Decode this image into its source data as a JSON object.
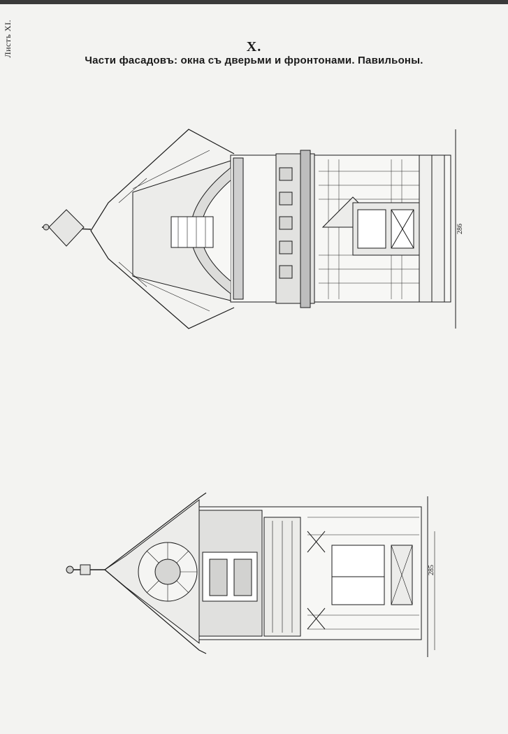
{
  "sheet_label": "Листъ XI.",
  "section_numeral": "X.",
  "title": "Части фасадовъ: окна съ дверьми и фронтонами. Павильоны.",
  "figures": [
    {
      "number": "286"
    },
    {
      "number": "285"
    }
  ],
  "colors": {
    "paper": "#f3f3f1",
    "ink": "#1a1a1a",
    "shade": "#bdbdbd"
  }
}
